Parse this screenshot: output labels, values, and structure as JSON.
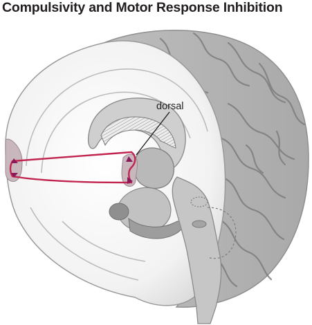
{
  "figure": {
    "title": "Compulsivity and Motor Response Inhibition"
  },
  "annotations": {
    "dorsal_label": "dorsal"
  },
  "colors": {
    "pathway": "#c0244f",
    "pathway_arrowhead": "#8b1a5a",
    "highlight_region": "#c9b7be",
    "brain_outer": "#d6d6d6",
    "brain_inner": "#f3f3f3"
  },
  "icons": {
    "pathway_marker": "arrowhead"
  }
}
